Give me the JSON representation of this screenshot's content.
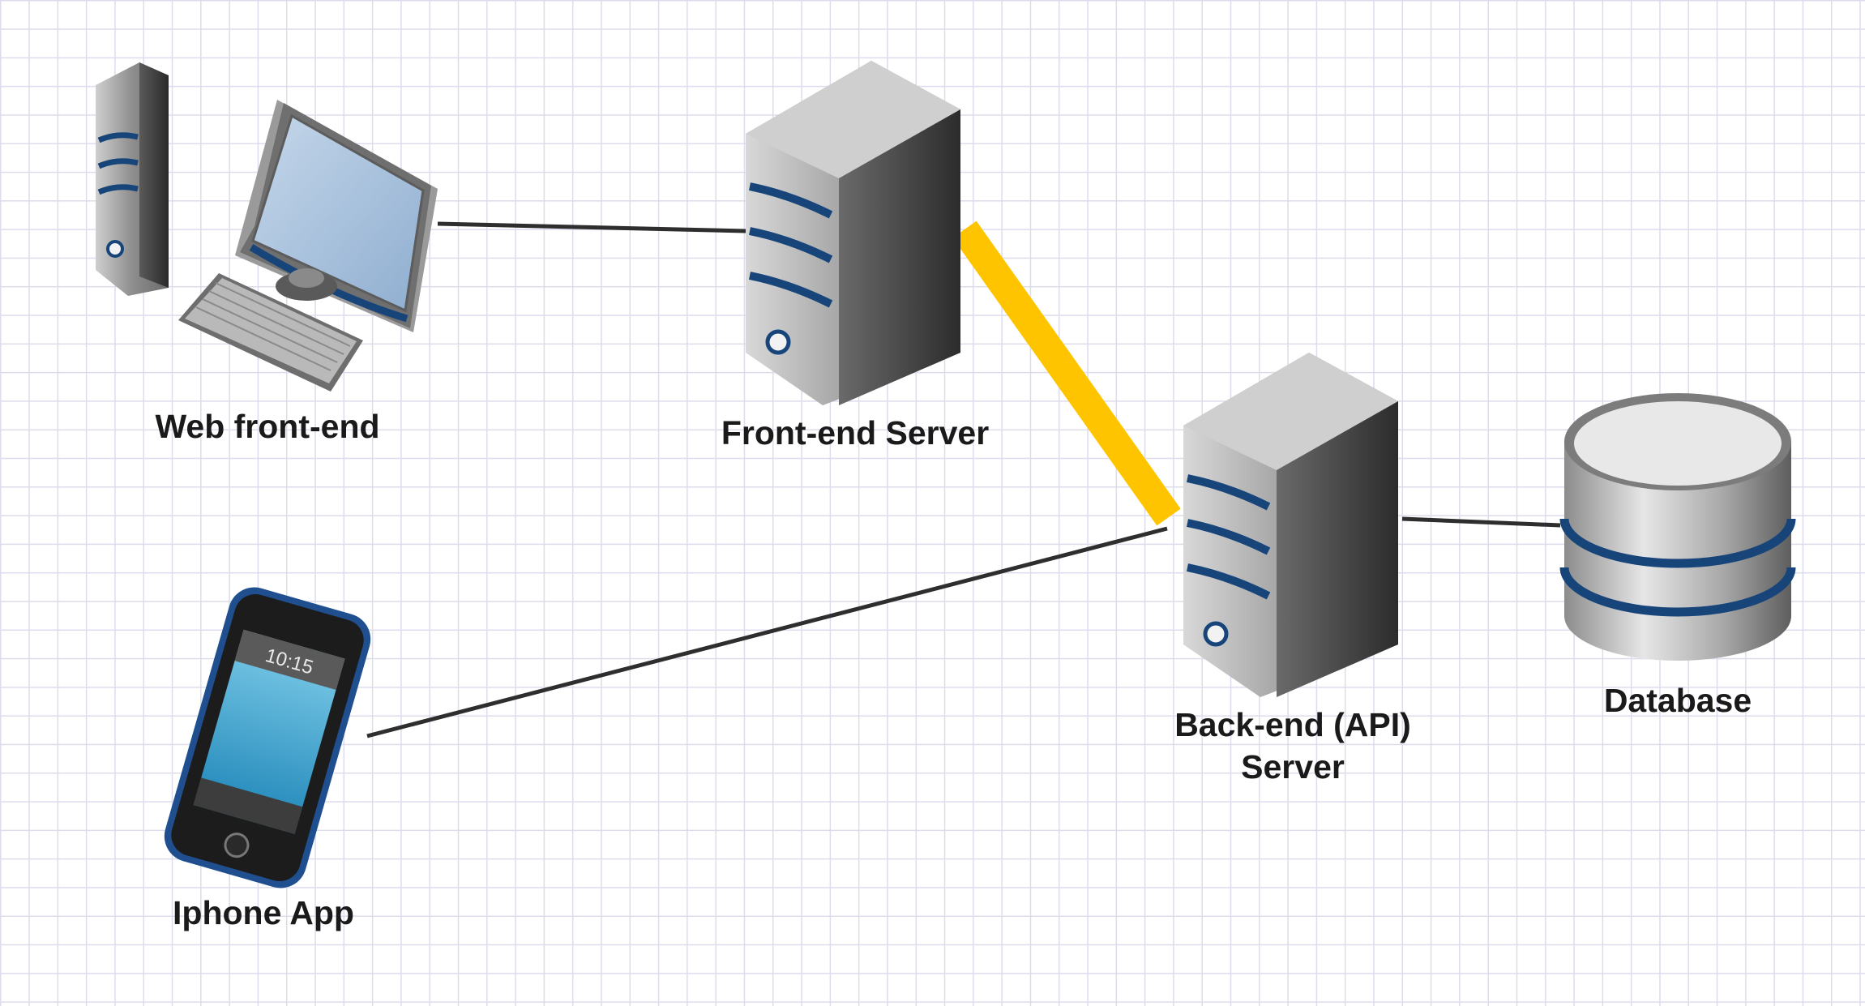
{
  "diagram": {
    "nodes": {
      "web_frontend": {
        "label": "Web front-end",
        "icon": "desktop-computer-icon"
      },
      "frontend_server": {
        "label": "Front-end Server",
        "icon": "server-tower-icon"
      },
      "backend_server": {
        "label_line1": "Back-end (API)",
        "label_line2": "Server",
        "icon": "server-tower-icon"
      },
      "database": {
        "label": "Database",
        "icon": "database-cylinder-icon"
      },
      "iphone_app": {
        "label": "Iphone App",
        "icon": "smartphone-icon",
        "screen_time": "10:15"
      }
    },
    "connections": [
      {
        "from": "Web front-end",
        "to": "Front-end Server"
      },
      {
        "from": "Front-end Server",
        "to": "Back-end (API) Server",
        "highlighted": true
      },
      {
        "from": "Iphone App",
        "to": "Back-end (API) Server"
      },
      {
        "from": "Back-end (API) Server",
        "to": "Database"
      }
    ],
    "colors": {
      "highlight": "#ffc400",
      "stripe": "#17457a",
      "connector": "#2e2e2e",
      "grid": "#dcdcec",
      "phone_frame": "#1f4f8f"
    }
  }
}
